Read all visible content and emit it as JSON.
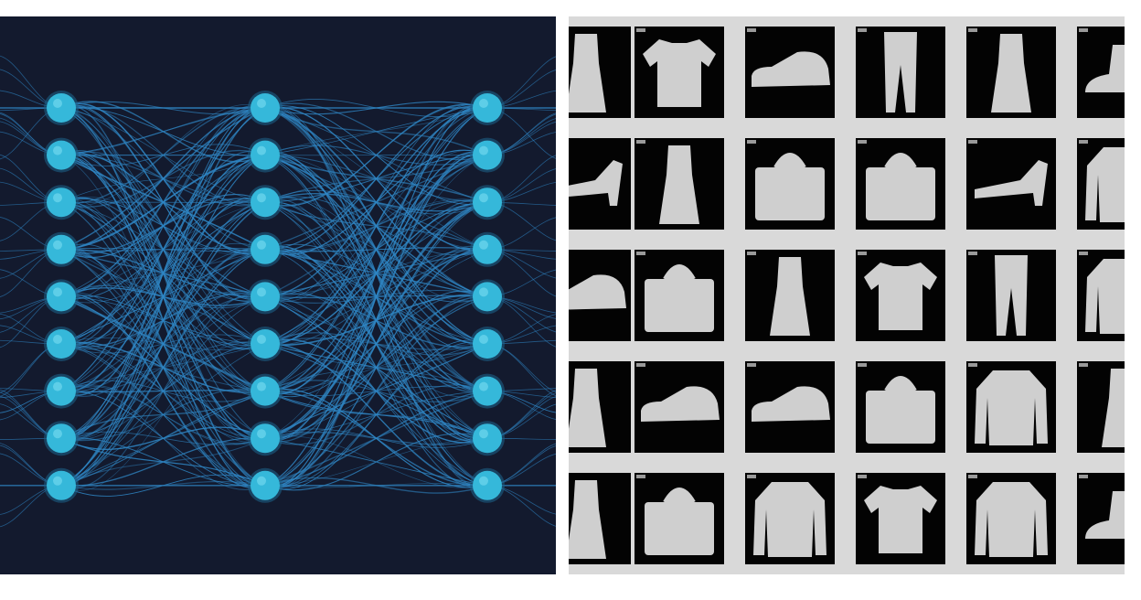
{
  "colors": {
    "nn_background": "#131a2e",
    "node": "#35b8da",
    "node_highlight": "#7fe0f4",
    "edge": "#2f86c4",
    "grid_frame": "#d9d9d9",
    "cell_background": "#030303",
    "item": "#cfcfcf"
  },
  "network": {
    "layers": 3,
    "nodes_per_layer": 9
  },
  "grid": {
    "rows": 5,
    "cols": 6,
    "items": [
      [
        "dress",
        "shirt-icon",
        "sneaker",
        "trousers",
        "dress",
        "ankle-boot"
      ],
      [
        "sandal",
        "dress",
        "bag",
        "bag",
        "sandal",
        "coat"
      ],
      [
        "sneaker",
        "bag",
        "dress",
        "shirt-icon",
        "trousers",
        "coat"
      ],
      [
        "dress",
        "sneaker",
        "sneaker",
        "bag",
        "pullover",
        "dress"
      ],
      [
        "dress",
        "bag",
        "coat",
        "shirt-icon",
        "pullover",
        "ankle-boot"
      ]
    ]
  }
}
